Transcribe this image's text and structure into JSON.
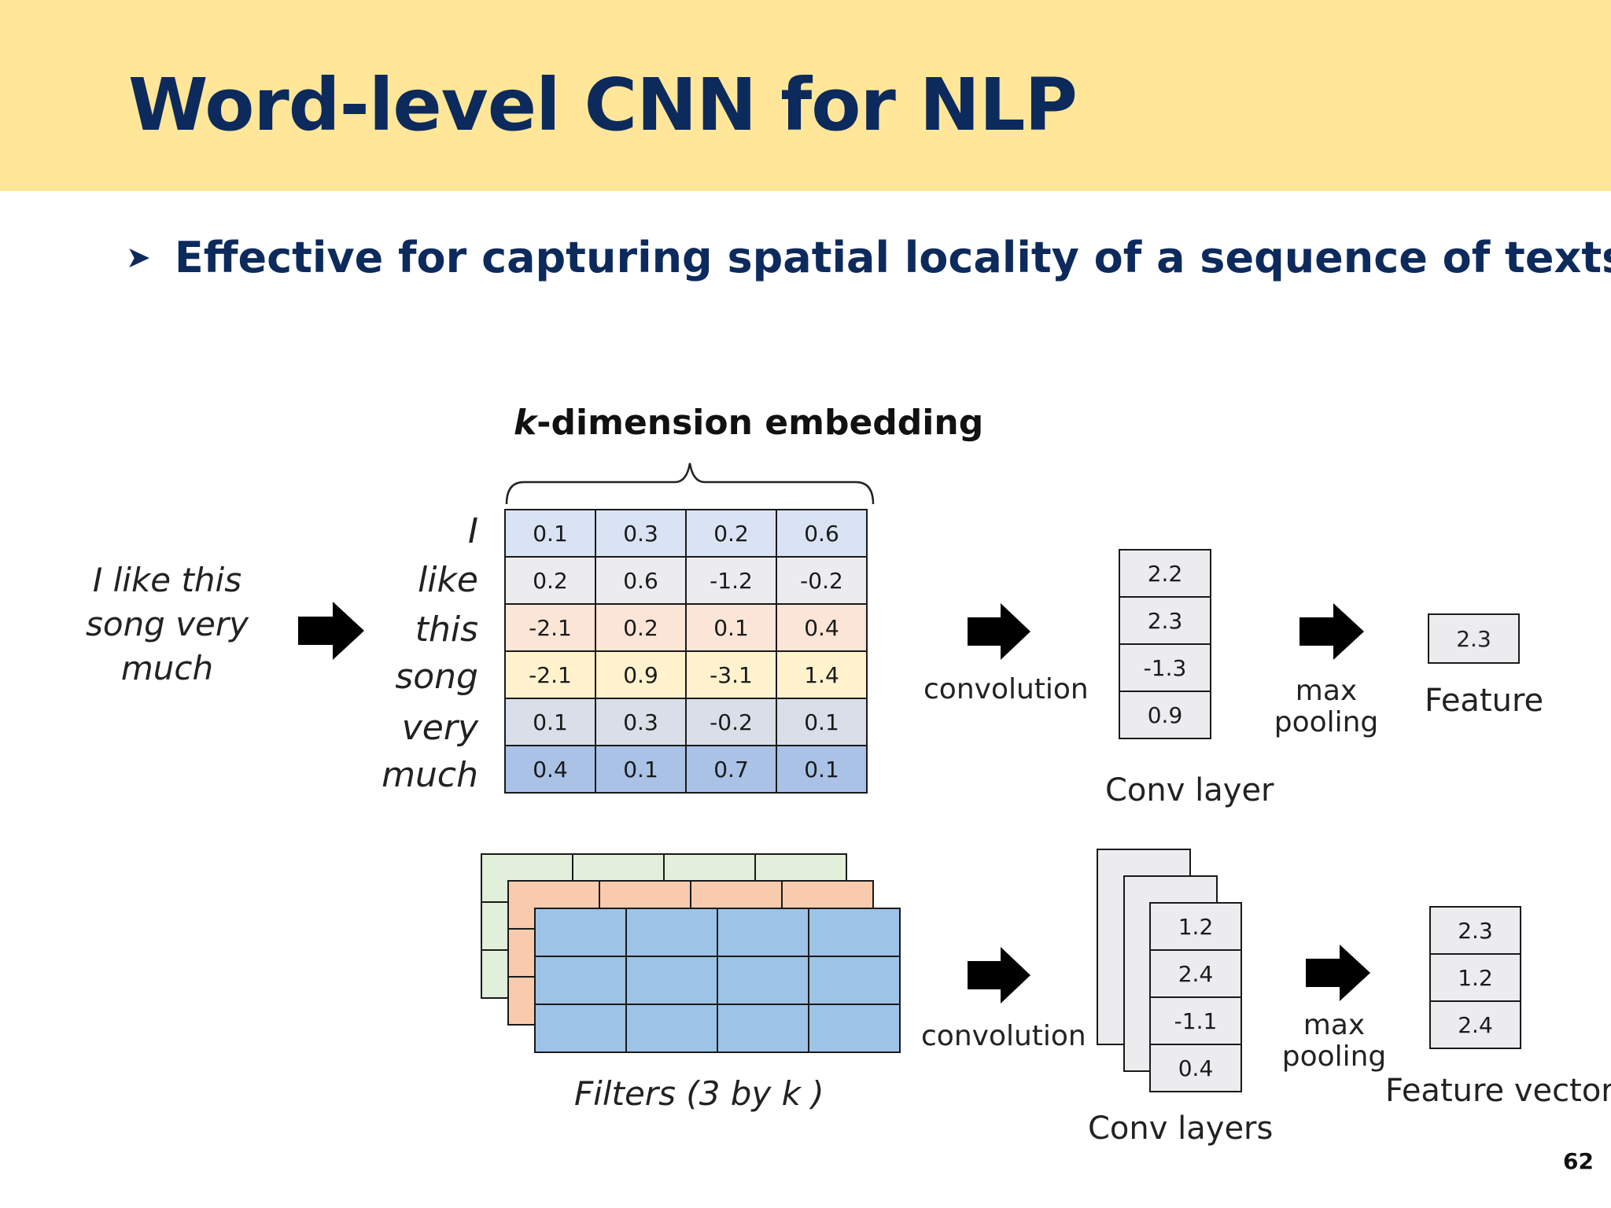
{
  "slide": {
    "title": "Word-level CNN for NLP",
    "bullet": "Effective for capturing spatial locality of a sequence of texts",
    "page_number": "62"
  },
  "embedding_label": {
    "italic": "k",
    "rest": "-dimension embedding"
  },
  "sentence": "I like this song very much",
  "words": [
    "I",
    "like",
    "this",
    "song",
    "very",
    "much"
  ],
  "embedding_matrix": [
    [
      "0.1",
      "0.3",
      "0.2",
      "0.6"
    ],
    [
      "0.2",
      "0.6",
      "-1.2",
      "-0.2"
    ],
    [
      "-2.1",
      "0.2",
      "0.1",
      "0.4"
    ],
    [
      "-2.1",
      "0.9",
      "-3.1",
      "1.4"
    ],
    [
      "0.1",
      "0.3",
      "-0.2",
      "0.1"
    ],
    [
      "0.4",
      "0.1",
      "0.7",
      "0.1"
    ]
  ],
  "row_colors": [
    "#dae3f3",
    "#ececef",
    "#fbe5d6",
    "#fff2cc",
    "#d9dee8",
    "#a9c2e6"
  ],
  "filter_colors": [
    "#e2efda",
    "#f8cbad",
    "#9dc3e6"
  ],
  "conv_layer_values": [
    "2.2",
    "2.3",
    "-1.3",
    "0.9"
  ],
  "conv_layers_values": [
    "1.2",
    "2.4",
    "-1.1",
    "0.4"
  ],
  "feature_value": "2.3",
  "feature_vector": [
    "2.3",
    "1.2",
    "2.4"
  ],
  "labels": {
    "convolution": "convolution",
    "max": "max",
    "pooling": "pooling",
    "conv_layer": "Conv layer",
    "conv_layers": "Conv layers",
    "feature": "Feature",
    "feature_vector": "Feature vector",
    "filters": "Filters (3 by k )"
  },
  "icons": [
    "arrow-right-icon",
    "bullet-arrow-icon",
    "brace-icon"
  ]
}
